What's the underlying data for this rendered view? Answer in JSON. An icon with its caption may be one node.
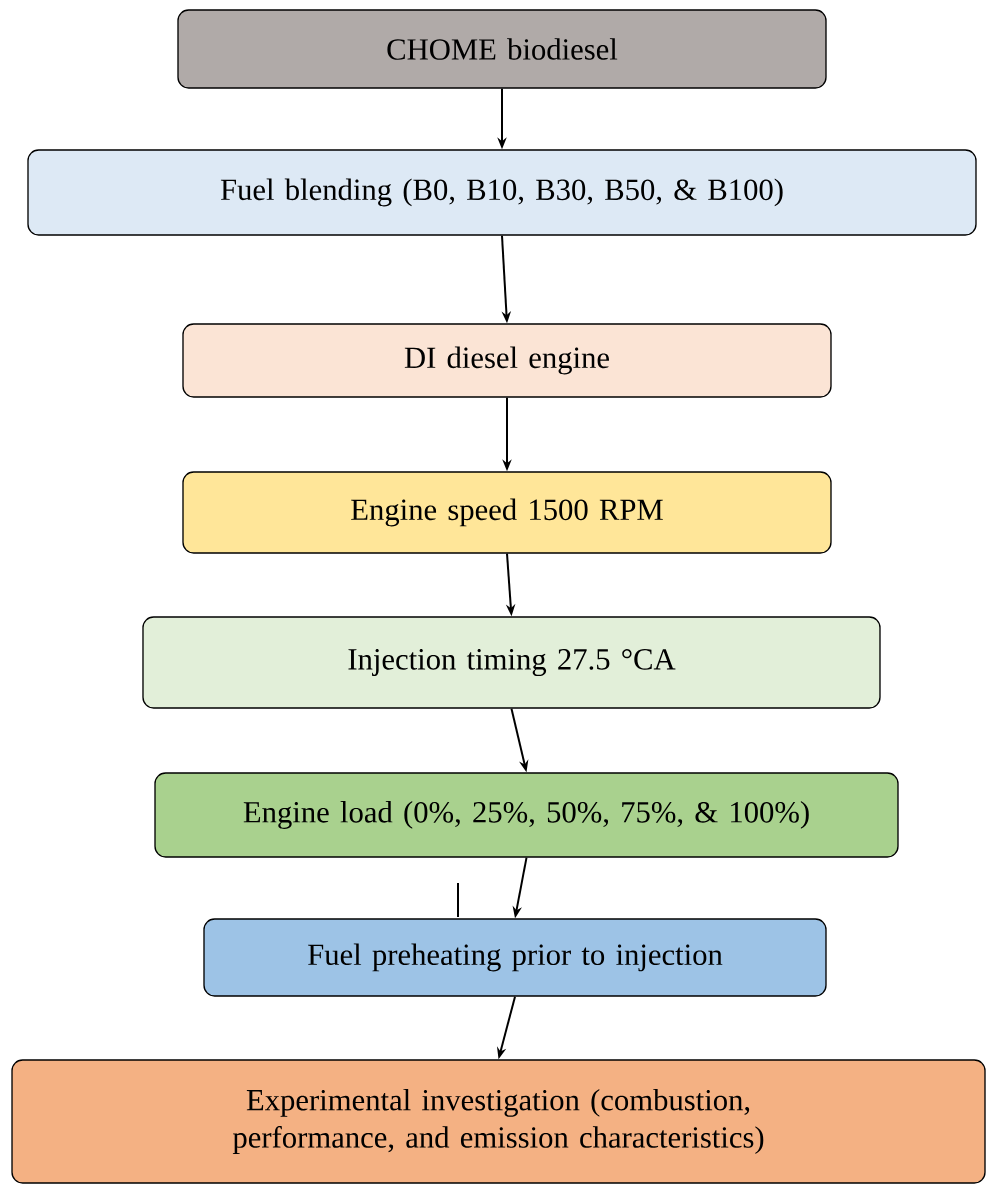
{
  "diagram": {
    "nodes": [
      {
        "text": [
          "CHOME biodiesel"
        ]
      },
      {
        "text": [
          "Fuel blending (B0, B10, B30, B50, & B100)"
        ]
      },
      {
        "text": [
          "DI diesel engine"
        ]
      },
      {
        "text": [
          "Engine speed 1500 RPM"
        ]
      },
      {
        "text": [
          "Injection timing 27.5 °CA"
        ]
      },
      {
        "text": [
          "Engine load (0%, 25%, 50%, 75%, & 100%)"
        ]
      },
      {
        "text": [
          "Fuel preheating prior to injection"
        ]
      },
      {
        "text": [
          "Experimental investigation (combustion, performance, and emission characteristics)"
        ]
      }
    ],
    "edges": [
      {
        "from": 0,
        "to": 1,
        "arrow": "to"
      },
      {
        "from": 1,
        "to": 2,
        "arrow": "to"
      },
      {
        "from": 2,
        "to": 3,
        "arrow": "to"
      },
      {
        "from": 3,
        "to": 4,
        "arrow": "to"
      },
      {
        "from": 4,
        "to": 5,
        "arrow": "to"
      },
      {
        "from": 5,
        "to": 6,
        "arrow": "to"
      },
      {
        "from": 6,
        "to": 7,
        "arrow": "to"
      }
    ]
  }
}
